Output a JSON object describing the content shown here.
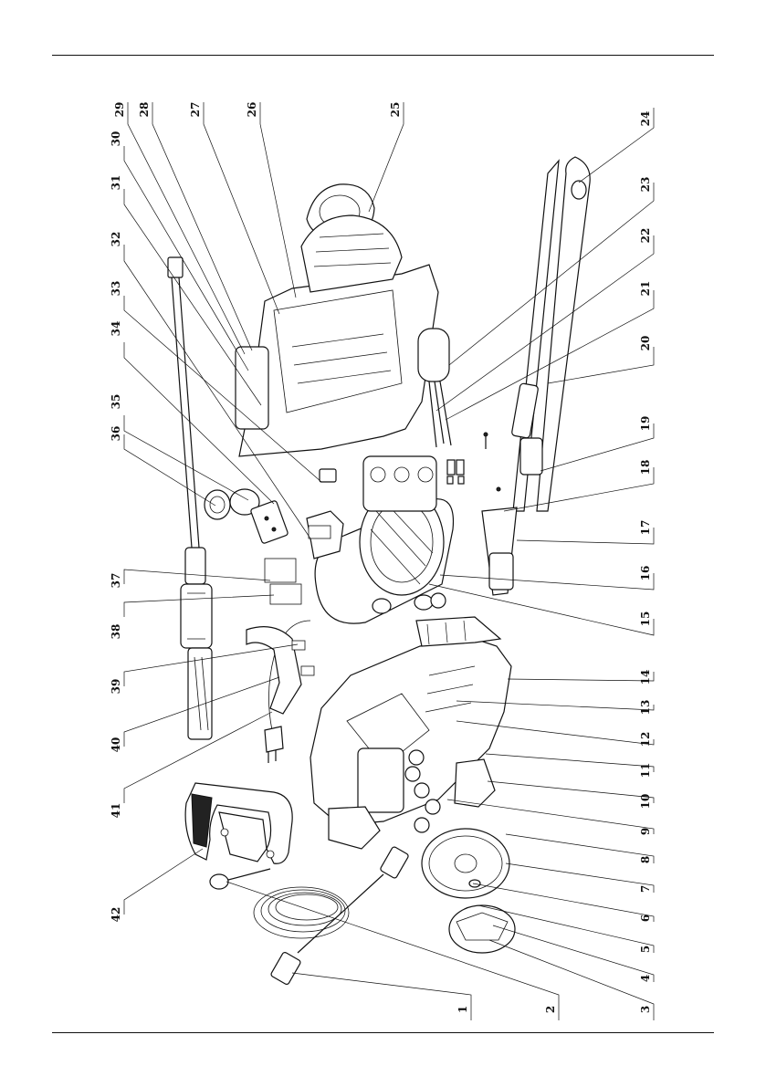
{
  "figure": {
    "callouts": {
      "top": [
        "29",
        "28",
        "27",
        "26",
        "25"
      ],
      "left": [
        "30",
        "31",
        "32",
        "33",
        "34",
        "35",
        "36",
        "37",
        "38",
        "39",
        "40",
        "41",
        "42"
      ],
      "right": [
        "24",
        "23",
        "22",
        "21",
        "20",
        "19",
        "18",
        "17",
        "16",
        "15",
        "14",
        "13",
        "12",
        "11",
        "10",
        "9",
        "8",
        "7",
        "6",
        "5",
        "4"
      ],
      "bottom": [
        "1",
        "2",
        "3"
      ]
    }
  }
}
